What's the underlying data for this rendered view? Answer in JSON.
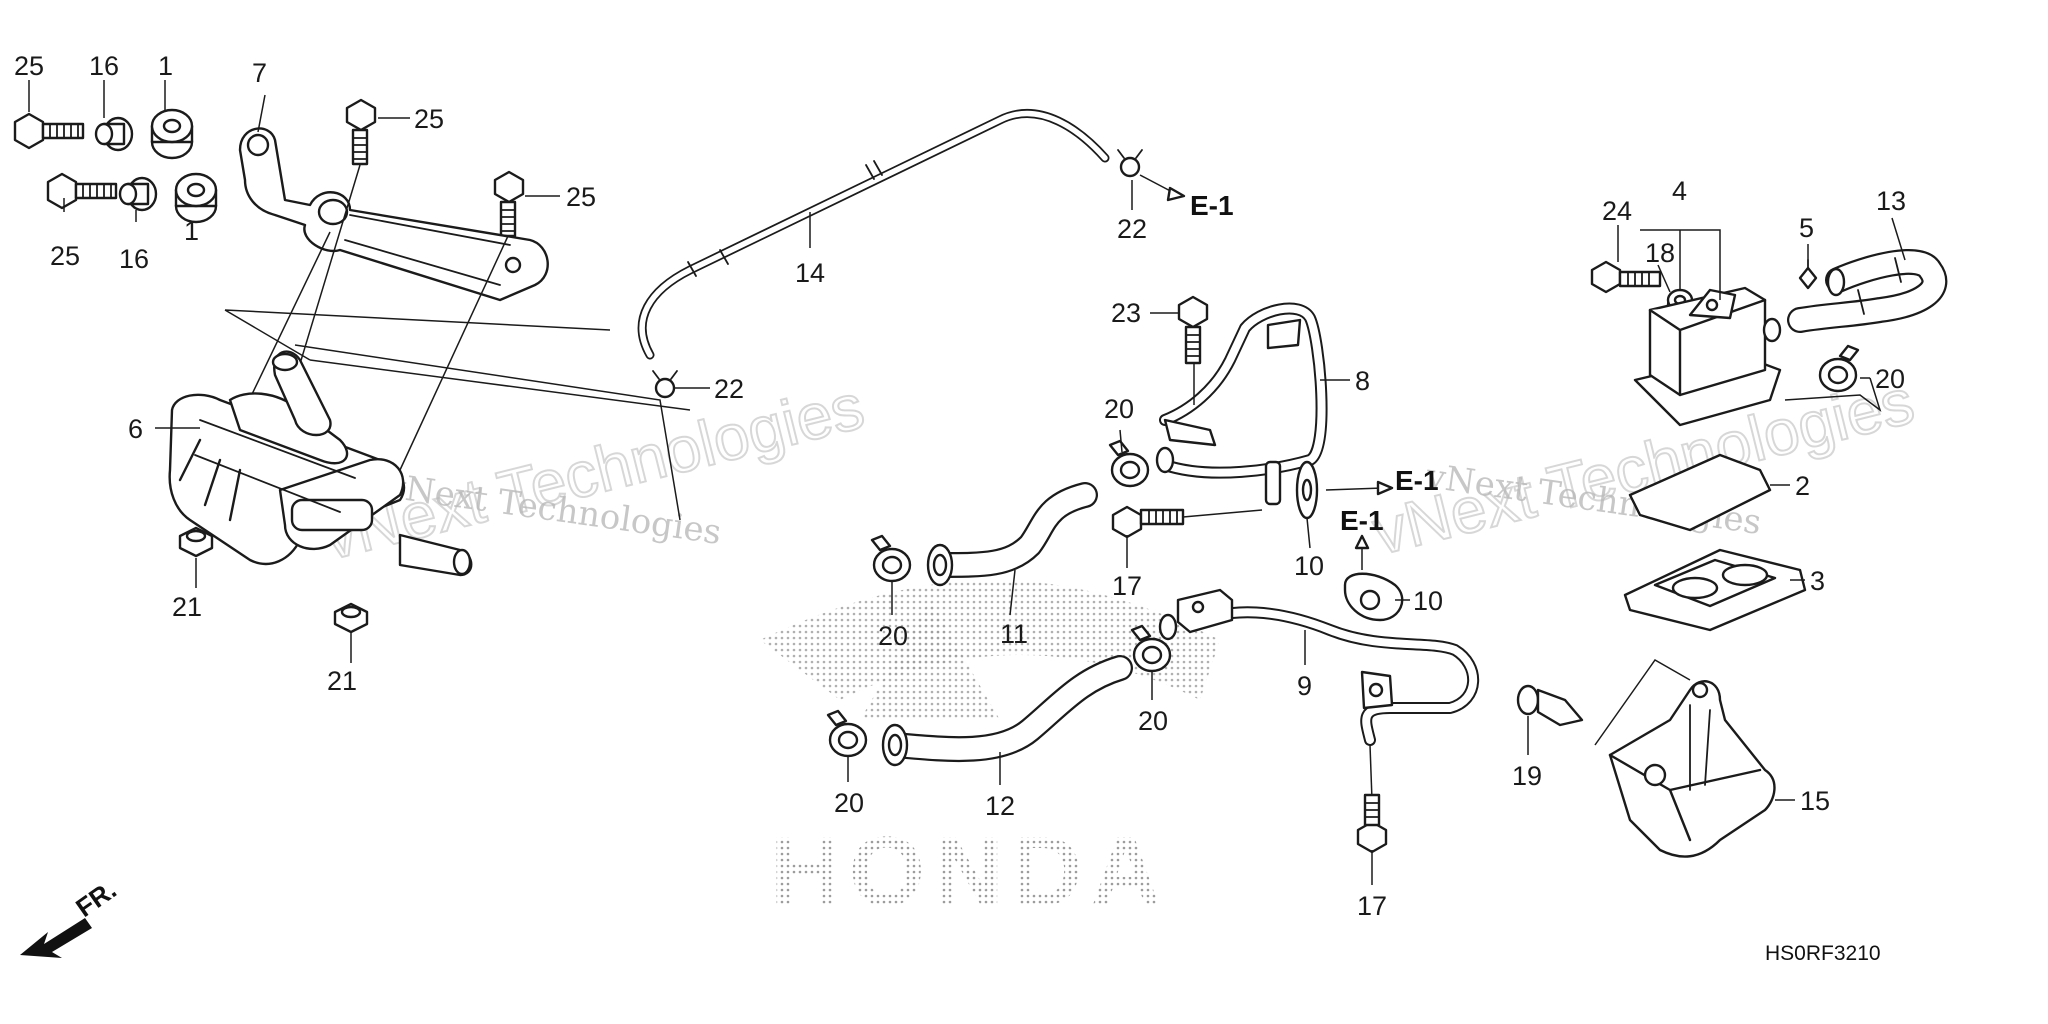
{
  "diagram_code": "HS0RF3210",
  "front_label": "FR.",
  "reference_labels": [
    "E-1",
    "E-1",
    "E-1"
  ],
  "watermark": {
    "company": "vNext Technologies",
    "brand": "HONDA"
  },
  "callouts": [
    {
      "label": "25"
    },
    {
      "label": "16"
    },
    {
      "label": "1"
    },
    {
      "label": "7"
    },
    {
      "label": "25"
    },
    {
      "label": "25"
    },
    {
      "label": "16"
    },
    {
      "label": "1"
    },
    {
      "label": "25"
    },
    {
      "label": "6"
    },
    {
      "label": "21"
    },
    {
      "label": "21"
    },
    {
      "label": "14"
    },
    {
      "label": "22"
    },
    {
      "label": "22"
    },
    {
      "label": "23"
    },
    {
      "label": "8"
    },
    {
      "label": "20"
    },
    {
      "label": "17"
    },
    {
      "label": "10"
    },
    {
      "label": "10"
    },
    {
      "label": "11"
    },
    {
      "label": "20"
    },
    {
      "label": "9"
    },
    {
      "label": "20"
    },
    {
      "label": "12"
    },
    {
      "label": "20"
    },
    {
      "label": "17"
    },
    {
      "label": "24"
    },
    {
      "label": "4"
    },
    {
      "label": "18"
    },
    {
      "label": "5"
    },
    {
      "label": "13"
    },
    {
      "label": "20"
    },
    {
      "label": "2"
    },
    {
      "label": "3"
    },
    {
      "label": "19"
    },
    {
      "label": "15"
    }
  ]
}
